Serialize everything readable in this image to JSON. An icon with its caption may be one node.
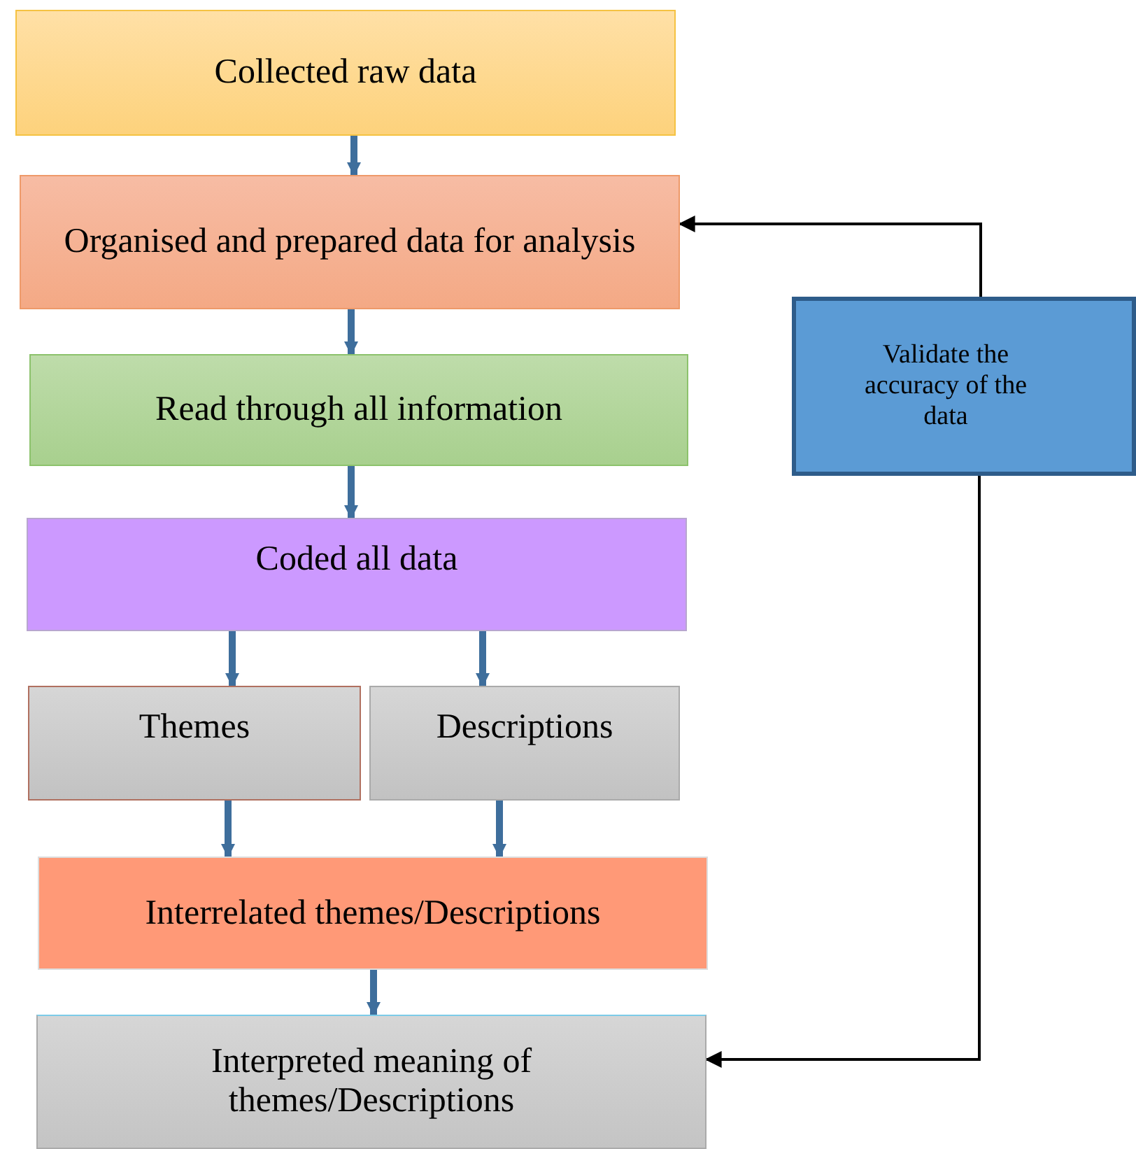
{
  "diagram": {
    "nodes": [
      {
        "text": [
          "Collected raw data"
        ]
      },
      {
        "text": [
          "Organised and prepared data for analysis"
        ]
      },
      {
        "text": [
          "Read through all information"
        ]
      },
      {
        "text": [
          "Coded all data"
        ]
      },
      {
        "text": [
          "Themes"
        ]
      },
      {
        "text": [
          "Descriptions"
        ]
      },
      {
        "text": [
          "Interrelated themes/Descriptions"
        ]
      },
      {
        "text": [
          "Interpreted meaning of themes/Descriptions"
        ]
      },
      {
        "text": [
          "Validate the accuracy of the data"
        ]
      }
    ],
    "edges": [
      {
        "from": 0,
        "to": 1,
        "arrow": "to"
      },
      {
        "from": 1,
        "to": 2,
        "arrow": "to"
      },
      {
        "from": 2,
        "to": 3,
        "arrow": "to"
      },
      {
        "from": 3,
        "to": 4,
        "arrow": "to"
      },
      {
        "from": 3,
        "to": 5,
        "arrow": "to"
      },
      {
        "from": 4,
        "to": 6,
        "arrow": "to"
      },
      {
        "from": 5,
        "to": 6,
        "arrow": "to"
      },
      {
        "from": 6,
        "to": 7,
        "arrow": "to"
      },
      {
        "from": 8,
        "to": 1,
        "arrow": "to",
        "color": "#000000"
      },
      {
        "from": 8,
        "to": 7,
        "arrow": "to",
        "color": "#000000"
      }
    ]
  }
}
